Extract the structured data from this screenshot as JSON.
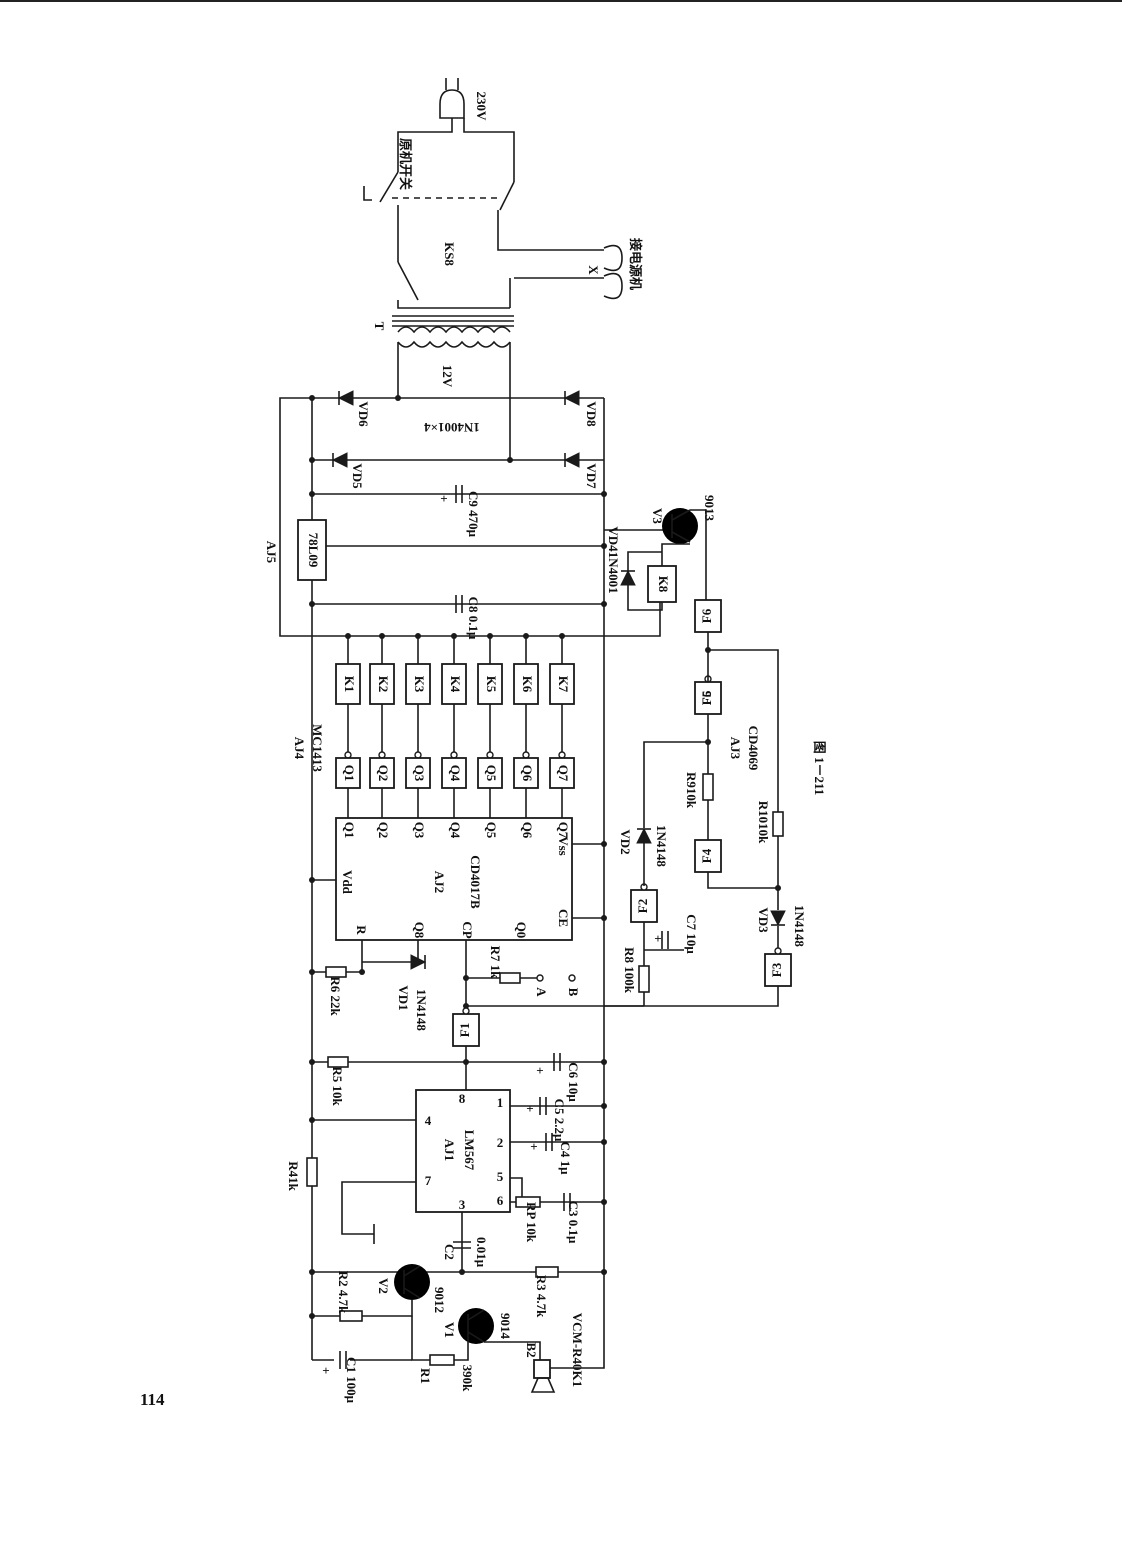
{
  "page_number": "114",
  "figure_caption": "图 1－211",
  "mains": {
    "voltage": "230V",
    "switch_label": "原机开关"
  },
  "relay_contact": "KS8",
  "load": {
    "label": "接电源机",
    "terminal": "X"
  },
  "transformer": {
    "label": "T",
    "secondary": "12V"
  },
  "bridge": {
    "diodes": [
      "VD5",
      "VD6",
      "VD7",
      "VD8"
    ],
    "part": "1N4001×4"
  },
  "regulator": {
    "ref": "AJ5",
    "part": "78L09"
  },
  "capacitors": {
    "c9": [
      "C9",
      "470μ"
    ],
    "c8": [
      "C8",
      "0.1μ"
    ],
    "c7": [
      "C7",
      "10μ"
    ],
    "c6": [
      "C6",
      "10μ"
    ],
    "c5": [
      "C5",
      "2.2μ"
    ],
    "c4": [
      "C4",
      "1μ"
    ],
    "c3": [
      "C3",
      "0.1μ"
    ],
    "c2": [
      "C2",
      "0.01μ"
    ],
    "c1": [
      "C1",
      "100μ"
    ]
  },
  "resistors": {
    "r1": [
      "R1",
      "390k"
    ],
    "r2": [
      "R2",
      "4.7k"
    ],
    "r3": [
      "R3",
      "4.7k"
    ],
    "r4": [
      "R4",
      "1k"
    ],
    "r5": [
      "R5",
      "10k"
    ],
    "r6": [
      "R6",
      "22k"
    ],
    "r7": [
      "R7",
      "1k"
    ],
    "r8": [
      "R8",
      "100k"
    ],
    "r9": [
      "R9",
      "10k"
    ],
    "r10": [
      "R10",
      "10k"
    ],
    "rp": [
      "RP",
      "10k"
    ]
  },
  "transistors": {
    "v1": [
      "V1",
      "9014"
    ],
    "v2": [
      "V2",
      "9012"
    ],
    "v3": [
      "V3",
      "9013"
    ]
  },
  "diodes": {
    "vd1": [
      "VD1",
      "1N4148"
    ],
    "vd2": [
      "VD2",
      "1N4148"
    ],
    "vd3": [
      "VD3",
      "1N4148"
    ],
    "vd4": [
      "VD4",
      "1N4001"
    ]
  },
  "driver": {
    "ref": "AJ4",
    "part": "MC1413"
  },
  "relays": [
    "K1",
    "K2",
    "K3",
    "K4",
    "K5",
    "K6",
    "K7",
    "K8"
  ],
  "counter": {
    "ref": "AJ2",
    "part": "CD4017B",
    "outputs": [
      "Q1",
      "Q2",
      "Q3",
      "Q4",
      "Q5",
      "Q6",
      "Q7"
    ],
    "vdd": "Vdd",
    "vss": "Vss",
    "reset": "R",
    "q8": "Q8",
    "cp": "CP",
    "q0": "Q0",
    "ce": "CE"
  },
  "inverter": {
    "ref": "AJ3",
    "part": "CD4069",
    "gates": [
      "F1",
      "F2",
      "F3",
      "F4",
      "F5",
      "F6"
    ]
  },
  "decoder": {
    "ref": "AJ1",
    "part": "LM567",
    "pins": [
      "1",
      "2",
      "3",
      "4",
      "5",
      "6",
      "7",
      "8"
    ]
  },
  "terminals": [
    "A",
    "B"
  ],
  "mic": {
    "ref": "B2",
    "part": "VCM-R40K1"
  }
}
